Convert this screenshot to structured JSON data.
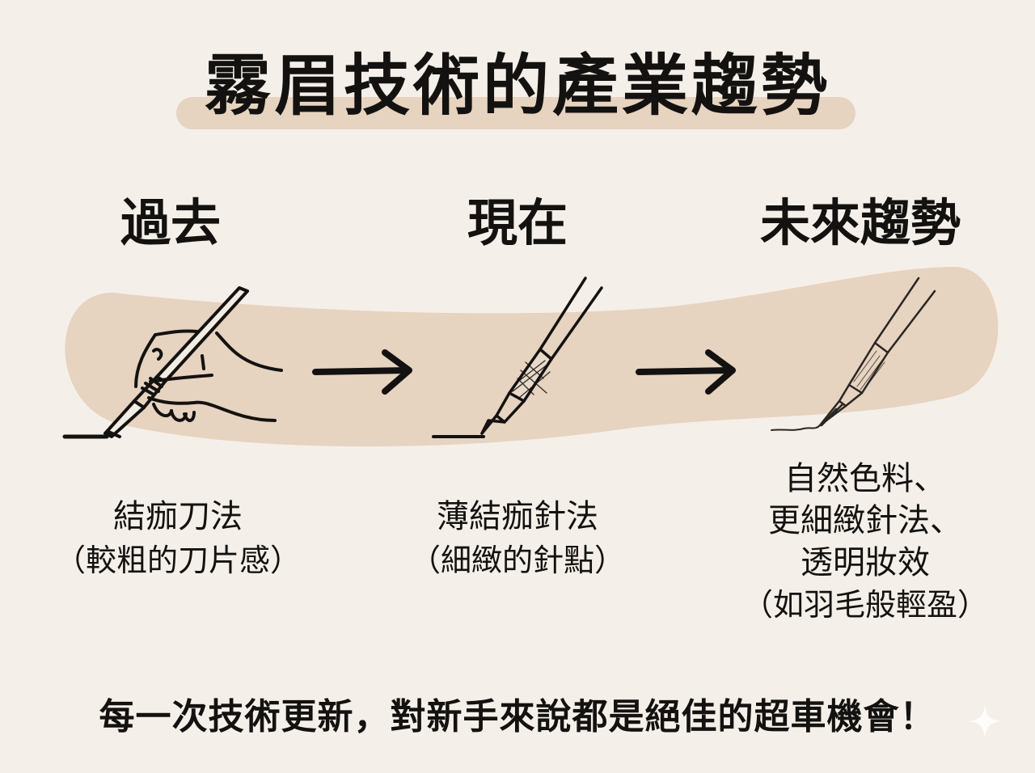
{
  "title": "霧眉技術的產業趨勢",
  "stages": [
    {
      "label": "過去",
      "tool_icon": "scalpel-blade-in-hand-icon",
      "description_lines": [
        "結痂刀法"
      ],
      "sub_line": "（較粗的刀片感）"
    },
    {
      "label": "現在",
      "tool_icon": "crosshatch-grip-needle-pen-icon",
      "description_lines": [
        "薄結痂針法"
      ],
      "sub_line": "（細緻的針點）"
    },
    {
      "label": "未來趨勢",
      "tool_icon": "fine-brush-needle-pen-icon",
      "description_lines": [
        "自然色料、",
        "更細緻針法、",
        "透明妝效"
      ],
      "sub_line": "（如羽毛般輕盈）"
    }
  ],
  "arrows": [
    "right-arrow-icon",
    "right-arrow-icon"
  ],
  "footer": "每一次技術更新，對新手來說都是絕佳的超車機會！",
  "colors": {
    "background": "#f4f0e9",
    "band": "#e6d3c0",
    "ink": "#141210"
  }
}
